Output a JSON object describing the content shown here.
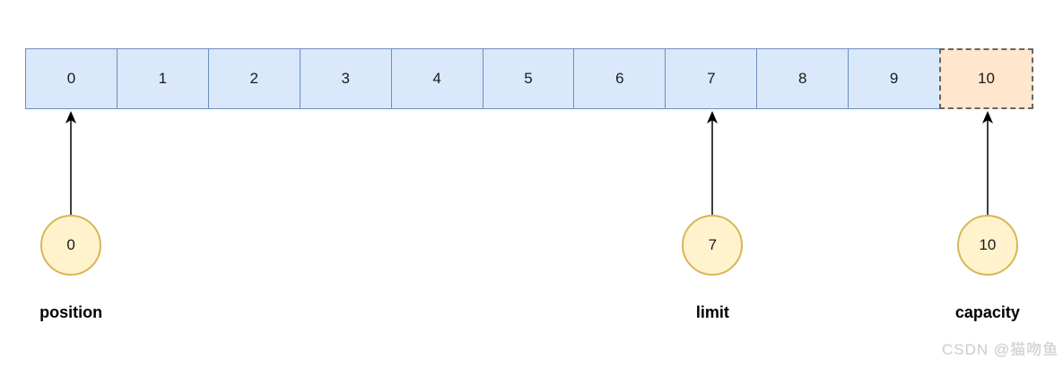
{
  "diagram": {
    "description": "buffer position-limit-capacity diagram",
    "array": {
      "cells": [
        {
          "label": "0",
          "style": "normal"
        },
        {
          "label": "1",
          "style": "normal"
        },
        {
          "label": "2",
          "style": "normal"
        },
        {
          "label": "3",
          "style": "normal"
        },
        {
          "label": "4",
          "style": "normal"
        },
        {
          "label": "5",
          "style": "normal"
        },
        {
          "label": "6",
          "style": "normal"
        },
        {
          "label": "7",
          "style": "normal"
        },
        {
          "label": "8",
          "style": "normal"
        },
        {
          "label": "9",
          "style": "normal"
        },
        {
          "label": "10",
          "style": "capacity"
        }
      ]
    },
    "pointers": [
      {
        "label": "position",
        "value": "0",
        "cell_index": 0
      },
      {
        "label": "limit",
        "value": "7",
        "cell_index": 7
      },
      {
        "label": "capacity",
        "value": "10",
        "cell_index": 10
      }
    ]
  },
  "colors": {
    "cell_fill": "#dae8fc",
    "cell_border": "#6c8ebf",
    "capacity_fill": "#ffe6cc",
    "capacity_border": "#666666",
    "circle_fill": "#fff2cc",
    "circle_border": "#d6b656",
    "arrow": "#000000"
  },
  "watermark": {
    "text": "CSDN @猫吻鱼"
  }
}
